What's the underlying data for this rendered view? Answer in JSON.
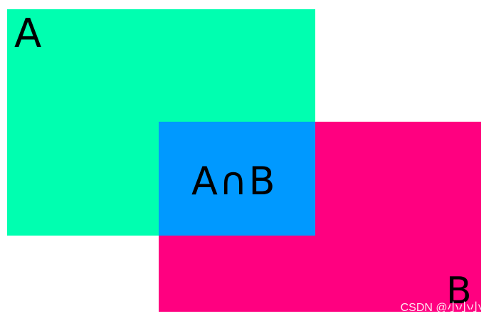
{
  "diagram": {
    "set_a": {
      "label": "A",
      "color": "#00ffb0"
    },
    "set_b": {
      "label": "B",
      "color": "#ff0080"
    },
    "intersection": {
      "label": "A∩B",
      "color": "#0099ff"
    }
  },
  "watermark": {
    "text": "CSDN @小小小~"
  }
}
